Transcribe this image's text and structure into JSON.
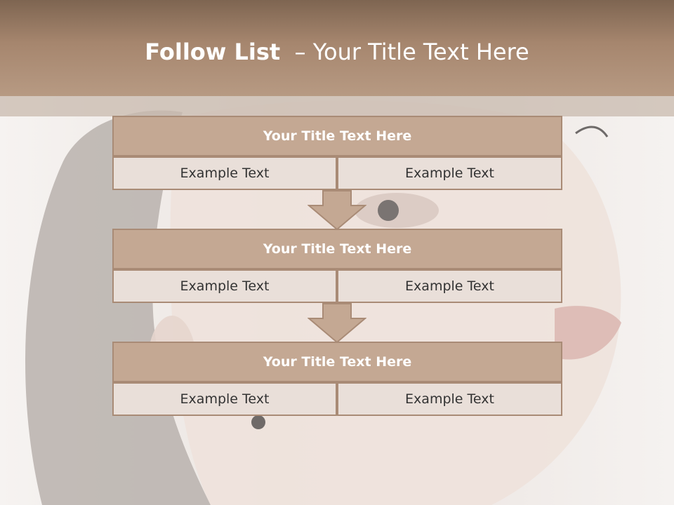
{
  "slide": {
    "title_bold": "Follow List",
    "title_rest": "– Your Title Text Here"
  },
  "steps": [
    {
      "title": "Your Title Text Here",
      "left": "Example Text",
      "right": "Example Text"
    },
    {
      "title": "Your Title Text Here",
      "left": "Example Text",
      "right": "Example Text"
    },
    {
      "title": "Your Title Text Here",
      "left": "Example Text",
      "right": "Example Text"
    }
  ],
  "colors": {
    "header": "#a6866e",
    "box_head": "#c4a893",
    "box_cell": "#e9dfd9",
    "border": "#a98b76"
  }
}
